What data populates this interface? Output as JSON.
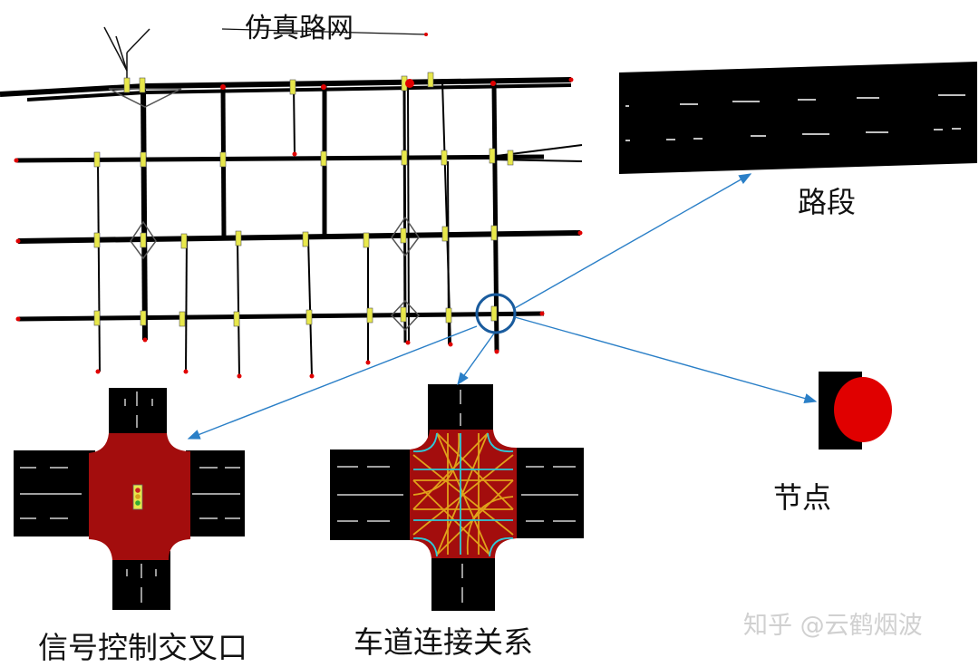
{
  "labels": {
    "network_title": "仿真路网",
    "segment": "路段",
    "node": "节点",
    "signal_intersection": "信号控制交叉口",
    "lane_connections": "车道连接关系",
    "watermark": "知乎 @云鹤烟波"
  },
  "colors": {
    "road": "#000000",
    "intersection": "#a30d0d",
    "node": "#e00000",
    "arrow": "#2a7fc7",
    "lane_link_orange": "#e0a11a",
    "lane_link_cyan": "#2ec9d8",
    "signal_yellow": "#e8e84a"
  }
}
